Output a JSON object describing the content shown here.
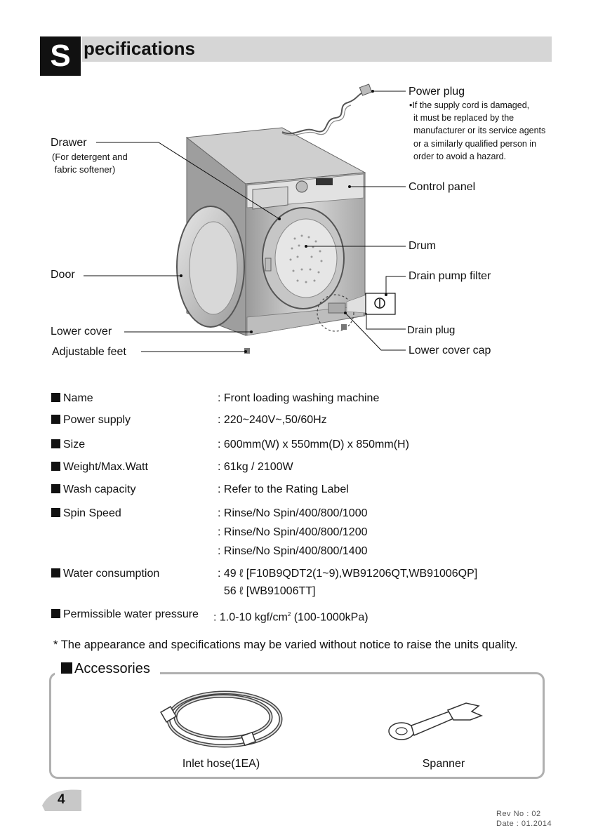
{
  "header": {
    "initial": "S",
    "title": "pecifications"
  },
  "diagram": {
    "labels": {
      "drawer": "Drawer",
      "drawer_sub1": "(For detergent and",
      "drawer_sub2": " fabric softener)",
      "door": "Door",
      "lower_cover": "Lower cover",
      "adjustable_feet": "Adjustable feet",
      "power_plug": "Power plug",
      "power_note": [
        "•If the supply cord is damaged,",
        "it must be replaced by the",
        "manufacturer or its service agents",
        "or a similarly qualified person in",
        "order to avoid a hazard."
      ],
      "control_panel": "Control panel",
      "drum": "Drum",
      "drain_pump_filter": "Drain pump filter",
      "drain_plug": "Drain plug",
      "lower_cover_cap": "Lower cover cap"
    }
  },
  "specs": {
    "name": {
      "label": "Name",
      "value": ": Front loading washing machine"
    },
    "power_supply": {
      "label": "Power supply",
      "value": ": 220~240V~,50/60Hz"
    },
    "size": {
      "label": "Size",
      "value": ": 600mm(W) x 550mm(D) x 850mm(H)"
    },
    "weight": {
      "label": "Weight/Max.Watt",
      "value": ": 61kg / 2100W"
    },
    "wash_capacity": {
      "label": "Wash capacity",
      "value": ": Refer to the Rating Label"
    },
    "spin_speed": {
      "label": "Spin Speed",
      "values": [
        ": Rinse/No Spin/400/800/1000",
        ": Rinse/No Spin/400/800/1200",
        ": Rinse/No Spin/400/800/1400"
      ]
    },
    "water_consumption": {
      "label": "Water consumption",
      "values": [
        ": 49 ℓ [F10B9QDT2(1~9),WB91206QT,WB91006QP]",
        "  56 ℓ [WB91006TT]"
      ]
    },
    "water_pressure": {
      "label": "Permissible water pressure",
      "value": ": 1.0-10 kgf/cm",
      "sup": "2",
      "value_rest": " (100-1000kPa)"
    }
  },
  "footnote": "* The appearance and specifications may be varied without notice to raise the units quality.",
  "accessories": {
    "title": "Accessories",
    "items": [
      "Inlet hose(1EA)",
      "Spanner"
    ]
  },
  "page_number": "4",
  "rev": {
    "no": "Rev No : 02",
    "date": "Date : 01.2014"
  }
}
